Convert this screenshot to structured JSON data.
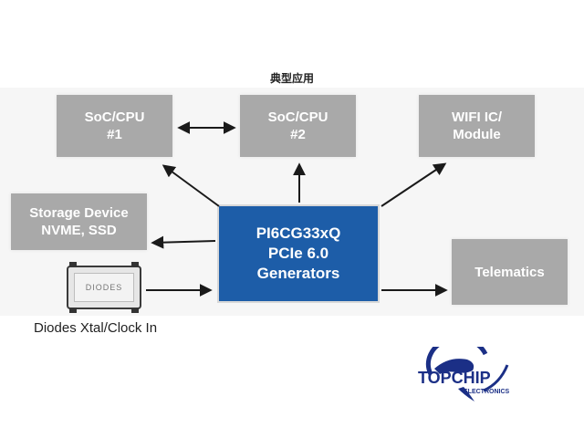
{
  "title": "典型应用",
  "boxes": {
    "soc1": {
      "line1": "SoC/CPU",
      "line2": "#1"
    },
    "soc2": {
      "line1": "SoC/CPU",
      "line2": "#2"
    },
    "wifi": {
      "line1": "WIFI IC/",
      "line2": "Module"
    },
    "storage": {
      "line1": "Storage Device",
      "line2": "NVME, SSD"
    },
    "telematics": {
      "line1": "Telematics"
    }
  },
  "center": {
    "line1": "PI6CG33xQ",
    "line2": "PCIe 6.0",
    "line3": "Generators"
  },
  "xtal": {
    "chip_text": "DIODES",
    "label": "Diodes Xtal/Clock In"
  },
  "logo": {
    "main": "TOPCHIP",
    "sub": "ELECTRONICS"
  },
  "colors": {
    "box": "#a9a9a9",
    "center": "#1d5da8",
    "logo": "#1b2f86"
  }
}
